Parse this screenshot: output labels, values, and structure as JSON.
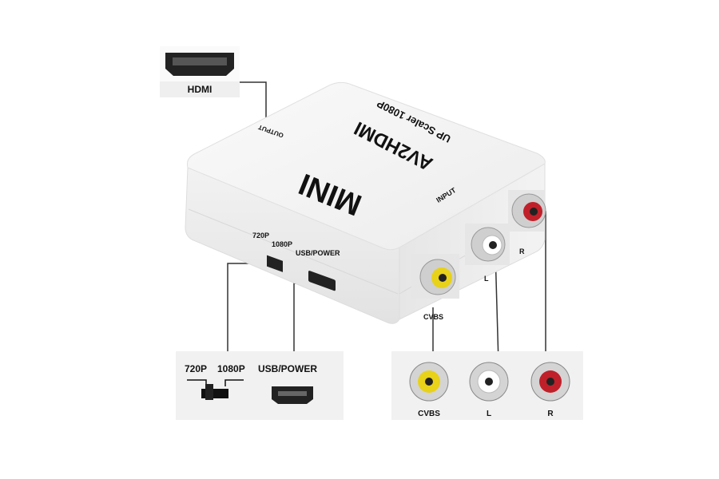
{
  "product": {
    "brand_text": "MINI",
    "model_text": "AV2HDMI",
    "subtitle_text": "UP Scaler 1080P",
    "output_label": "OUTPUT",
    "input_label": "INPUT",
    "switch_720": "720P",
    "switch_1080": "1080P",
    "usb_power": "USB/POWER",
    "cvbs": "CVBS",
    "left": "L",
    "right": "R"
  },
  "callouts": {
    "hdmi": {
      "label": "HDMI"
    },
    "switch_panel": {
      "label_720": "720P",
      "label_1080": "1080P",
      "label_usb": "USB/POWER"
    },
    "rca_panel": {
      "label_cvbs": "CVBS",
      "label_l": "L",
      "label_r": "R"
    }
  },
  "colors": {
    "body": "#f4f4f4",
    "yellow_jack": "#e8d21a",
    "white_jack": "#ffffff",
    "red_jack": "#c0202a"
  }
}
